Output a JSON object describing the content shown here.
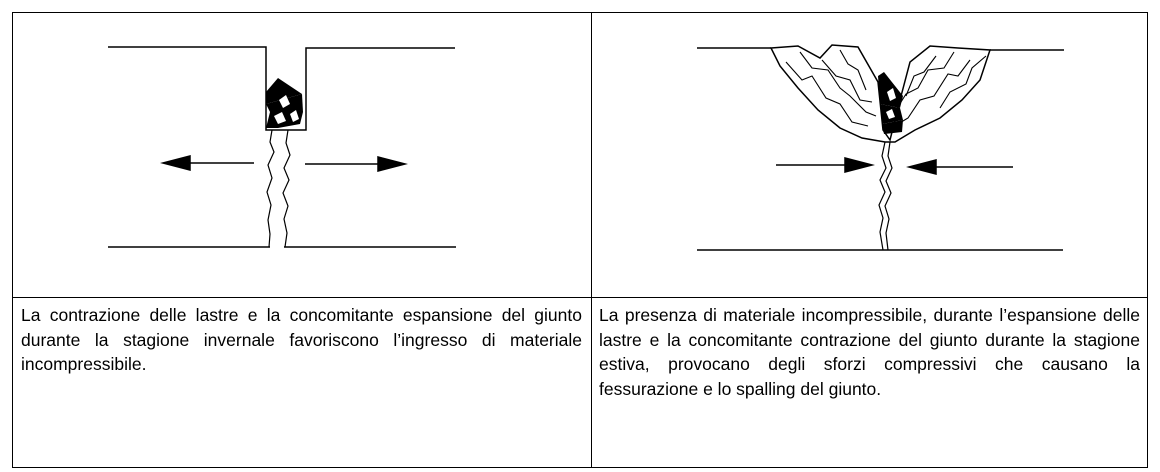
{
  "cells": [
    {
      "figure": "left-contraction-diagram",
      "caption": "La contrazione delle lastre e la concomitante espansione del giunto durante la stagione invernale favoriscono l’ingresso di materiale  incompressibile."
    },
    {
      "figure": "right-expansion-diagram",
      "caption": "La presenza di materiale incompressibile, durante l’espansione delle lastre e la concomitante contrazione del giunto durante la stagione estiva, provocano degli sforzi compressivi che causano la fessurazione e lo spalling del giunto."
    }
  ]
}
